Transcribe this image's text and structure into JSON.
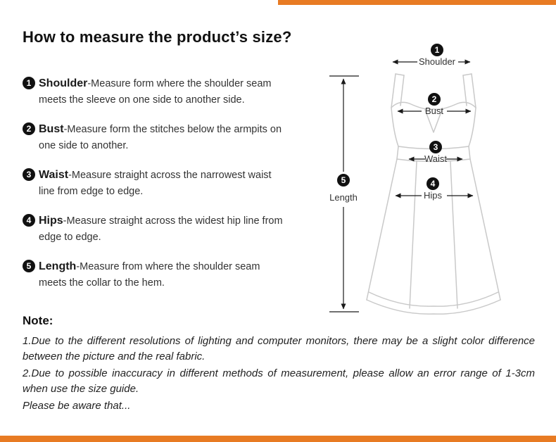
{
  "accent_color": "#e87b23",
  "title": "How to measure the product’s size?",
  "instructions": [
    {
      "num": "1",
      "term": "Shoulder",
      "desc": "-Measure form where the shoulder seam meets the sleeve on one side to another side."
    },
    {
      "num": "2",
      "term": "Bust",
      "desc": "-Measure form the stitches below the armpits on one side to another."
    },
    {
      "num": "3",
      "term": "Waist",
      "desc": "-Measure straight across the narrowest waist line from edge to edge."
    },
    {
      "num": "4",
      "term": "Hips",
      "desc": "-Measure straight across the widest hip line from edge to edge."
    },
    {
      "num": "5",
      "term": "Length",
      "desc": "-Measure from where the shoulder seam meets the collar to the hem."
    }
  ],
  "diagram": {
    "shoulder": {
      "num": "1",
      "label": "Shoulder"
    },
    "bust": {
      "num": "2",
      "label": "Bust"
    },
    "waist": {
      "num": "3",
      "label": "Waist"
    },
    "hips": {
      "num": "4",
      "label": "Hips"
    },
    "length": {
      "num": "5",
      "label": "Length"
    }
  },
  "note": {
    "heading": "Note:",
    "lines": [
      "1.Due to the different resolutions of lighting and computer monitors, there may be a slight color difference between the picture and the real fabric.",
      "2.Due to possible inaccuracy in different methods of measurement, please allow an error range of 1-3cm when use the size guide.",
      "Please be aware that..."
    ]
  }
}
